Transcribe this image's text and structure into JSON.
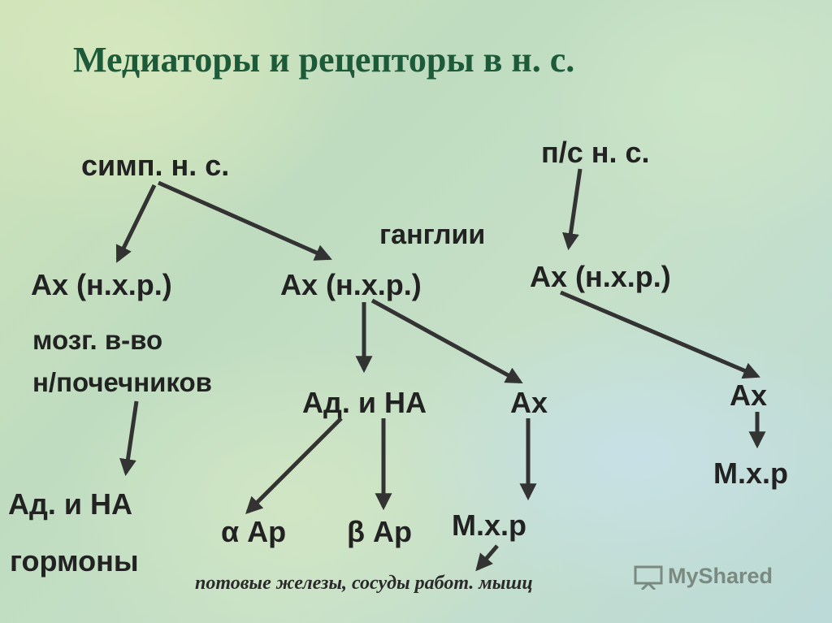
{
  "title": "Медиаторы и рецепторы в н. с.",
  "nodes": {
    "symp": "симп. н. с.",
    "ps": "п/с н. с.",
    "ganglia": "ганглии",
    "ach_left": "Ах (н.х.р.)",
    "ach_mid": "Ах (н.х.р.)",
    "ach_right": "Ах (н.х.р.)",
    "medulla_line1": "мозг. в-во",
    "medulla_line2": "н/почечников",
    "ad_na_mid": "Ад. и НА",
    "ach_mid_lower": "Ах",
    "ach_right_lower": "Ах",
    "ad_na_left": "Ад. и НА",
    "hormones": "гормоны",
    "alpha_ar": "α Ар",
    "beta_ar": "β Ар",
    "mxr_mid": "М.х.р",
    "mxr_right": "М.х.р"
  },
  "footer": "потовые железы, сосуды работ. мышц",
  "watermark": "MyShared",
  "colors": {
    "title": "#1d5a3a",
    "text": "#222222",
    "arrow": "#333333"
  }
}
